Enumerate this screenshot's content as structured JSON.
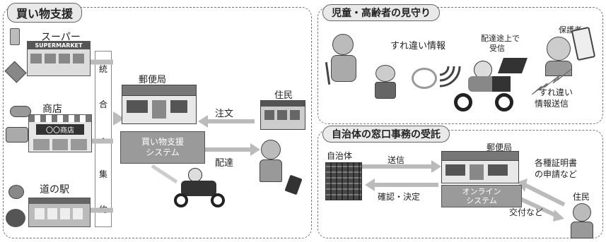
{
  "left": {
    "title": "買い物支援",
    "stores": {
      "supermarket": "スーパー",
      "supermarket_sign": "SUPERMARKET",
      "shop": "商店",
      "shop_sign": "〇〇商店",
      "michinoeki": "道の駅"
    },
    "consolidation": [
      "統",
      "合",
      "・",
      "集",
      "約"
    ],
    "post_office": "郵便局",
    "system_lines": [
      "買い物支援",
      "システム"
    ],
    "resident": "住民",
    "order": "注文",
    "delivery": "配達"
  },
  "right_top": {
    "title": "児童・高齢者の見守り",
    "passing_info": "すれ違い情報",
    "delivery_lines": [
      "配達途上で",
      "受信"
    ],
    "guardian": "保護者",
    "send_lines": [
      "すれ違い",
      "情報送信"
    ]
  },
  "right_bottom": {
    "title": "自治体の窓口事務の受託",
    "municipality": "自治体",
    "send": "送信",
    "confirm": "確認・決定",
    "post_office": "郵便局",
    "online_lines": [
      "オンライン",
      "システム"
    ],
    "application_lines": [
      "各種証明書",
      "の申請など"
    ],
    "resident": "住民",
    "issue": "交付など"
  }
}
